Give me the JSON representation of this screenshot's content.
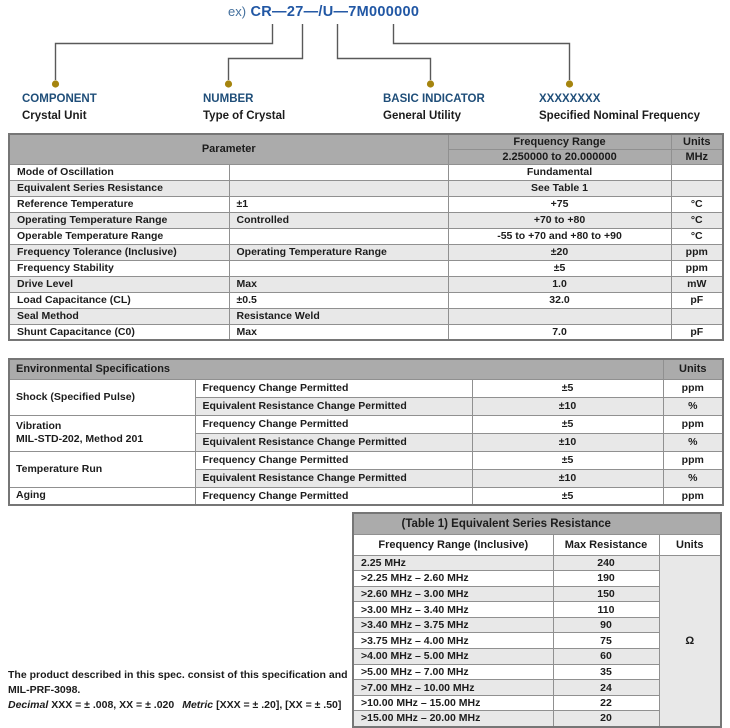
{
  "colors": {
    "label_blue": "#1f4e79",
    "code_blue": "#2157a4",
    "prefix_blue": "#44709d",
    "line_gray": "#595959",
    "dot_gold": "#a5840e",
    "header_gray": "#ababab",
    "alt_row_gray": "#e8e8e8"
  },
  "diagram": {
    "example_prefix": "ex)",
    "example_code": "CR—27—/U—7M000000",
    "labels": [
      {
        "title": "COMPONENT",
        "subtitle": "Crystal Unit"
      },
      {
        "title": "NUMBER",
        "subtitle": "Type of Crystal"
      },
      {
        "title": "BASIC INDICATOR",
        "subtitle": "General Utility"
      },
      {
        "title": "XXXXXXXX",
        "subtitle": "Specified Nominal Frequency"
      }
    ]
  },
  "parameter_table": {
    "header": {
      "parameter": "Parameter",
      "frequency_range": "Frequency Range",
      "range_value": "2.250000 to 20.000000",
      "units": "Units",
      "units_value": "MHz"
    },
    "rows": [
      {
        "parameter": "Mode of Oscillation",
        "condition": "",
        "value": "Fundamental",
        "units": ""
      },
      {
        "parameter": "Equivalent Series Resistance",
        "condition": "",
        "value": "See Table 1",
        "units": ""
      },
      {
        "parameter": "Reference Temperature",
        "condition": "±1",
        "value": "+75",
        "units": "°C"
      },
      {
        "parameter": "Operating Temperature Range",
        "condition": "Controlled",
        "value": "+70 to +80",
        "units": "°C"
      },
      {
        "parameter": "Operable Temperature Range",
        "condition": "",
        "value": "-55 to +70 and +80 to +90",
        "units": "°C"
      },
      {
        "parameter": "Frequency Tolerance (Inclusive)",
        "condition": "Operating Temperature Range",
        "value": "±20",
        "units": "ppm"
      },
      {
        "parameter": "Frequency Stability",
        "condition": "",
        "value": "±5",
        "units": "ppm"
      },
      {
        "parameter": "Drive Level",
        "condition": "Max",
        "value": "1.0",
        "units": "mW"
      },
      {
        "parameter": "Load Capacitance (CL)",
        "condition": "±0.5",
        "value": "32.0",
        "units": "pF"
      },
      {
        "parameter": "Seal Method",
        "condition": "Resistance Weld",
        "value": "",
        "units": ""
      },
      {
        "parameter": "Shunt Capacitance (C0)",
        "condition": "Max",
        "value": "7.0",
        "units": "pF"
      }
    ]
  },
  "environmental_table": {
    "title": "Environmental Specifications",
    "units_label": "Units",
    "groups": [
      {
        "name": "Shock (Specified Pulse)",
        "name2": "",
        "rows": [
          {
            "test": "Frequency Change Permitted",
            "value": "±5",
            "units": "ppm"
          },
          {
            "test": "Equivalent Resistance Change Permitted",
            "value": "±10",
            "units": "%"
          }
        ]
      },
      {
        "name": "Vibration",
        "name2": "MIL-STD-202, Method 201",
        "rows": [
          {
            "test": "Frequency Change Permitted",
            "value": "±5",
            "units": "ppm"
          },
          {
            "test": "Equivalent Resistance Change Permitted",
            "value": "±10",
            "units": "%"
          }
        ]
      },
      {
        "name": "Temperature Run",
        "name2": "",
        "rows": [
          {
            "test": "Frequency Change Permitted",
            "value": "±5",
            "units": "ppm"
          },
          {
            "test": "Equivalent Resistance Change Permitted",
            "value": "±10",
            "units": "%"
          }
        ]
      },
      {
        "name": "Aging",
        "name2": "",
        "rows": [
          {
            "test": "Frequency Change Permitted",
            "value": "±5",
            "units": "ppm"
          }
        ]
      }
    ]
  },
  "resistance_table": {
    "title": "(Table 1) Equivalent Series Resistance",
    "col_range": "Frequency Range (Inclusive)",
    "col_max": "Max Resistance",
    "col_units": "Units",
    "units_value": "Ω",
    "rows": [
      {
        "range": "2.25 MHz",
        "max": "240"
      },
      {
        "range": ">2.25 MHz – 2.60 MHz",
        "max": "190"
      },
      {
        "range": ">2.60 MHz – 3.00 MHz",
        "max": "150"
      },
      {
        "range": ">3.00 MHz – 3.40 MHz",
        "max": "110"
      },
      {
        "range": ">3.40 MHz – 3.75 MHz",
        "max": "90"
      },
      {
        "range": ">3.75 MHz – 4.00 MHz",
        "max": "75"
      },
      {
        "range": ">4.00 MHz – 5.00 MHz",
        "max": "60"
      },
      {
        "range": ">5.00 MHz – 7.00 MHz",
        "max": "35"
      },
      {
        "range": ">7.00 MHz – 10.00 MHz",
        "max": "24"
      },
      {
        "range": ">10.00 MHz – 15.00 MHz",
        "max": "22"
      },
      {
        "range": ">15.00 MHz – 20.00 MHz",
        "max": "20"
      }
    ]
  },
  "footer": {
    "line1": "The product described in this spec. consist of this specification and",
    "line2": "MIL-PRF-3098.",
    "tolerance": [
      {
        "text": "Decimal",
        "italic": true
      },
      {
        "text": " XXX = ± .008, XX = ± .020",
        "italic": false
      },
      {
        "text": "Metric",
        "italic": true
      },
      {
        "text": " [XXX = ± .20], [XX = ± .50]",
        "italic": false
      }
    ]
  }
}
